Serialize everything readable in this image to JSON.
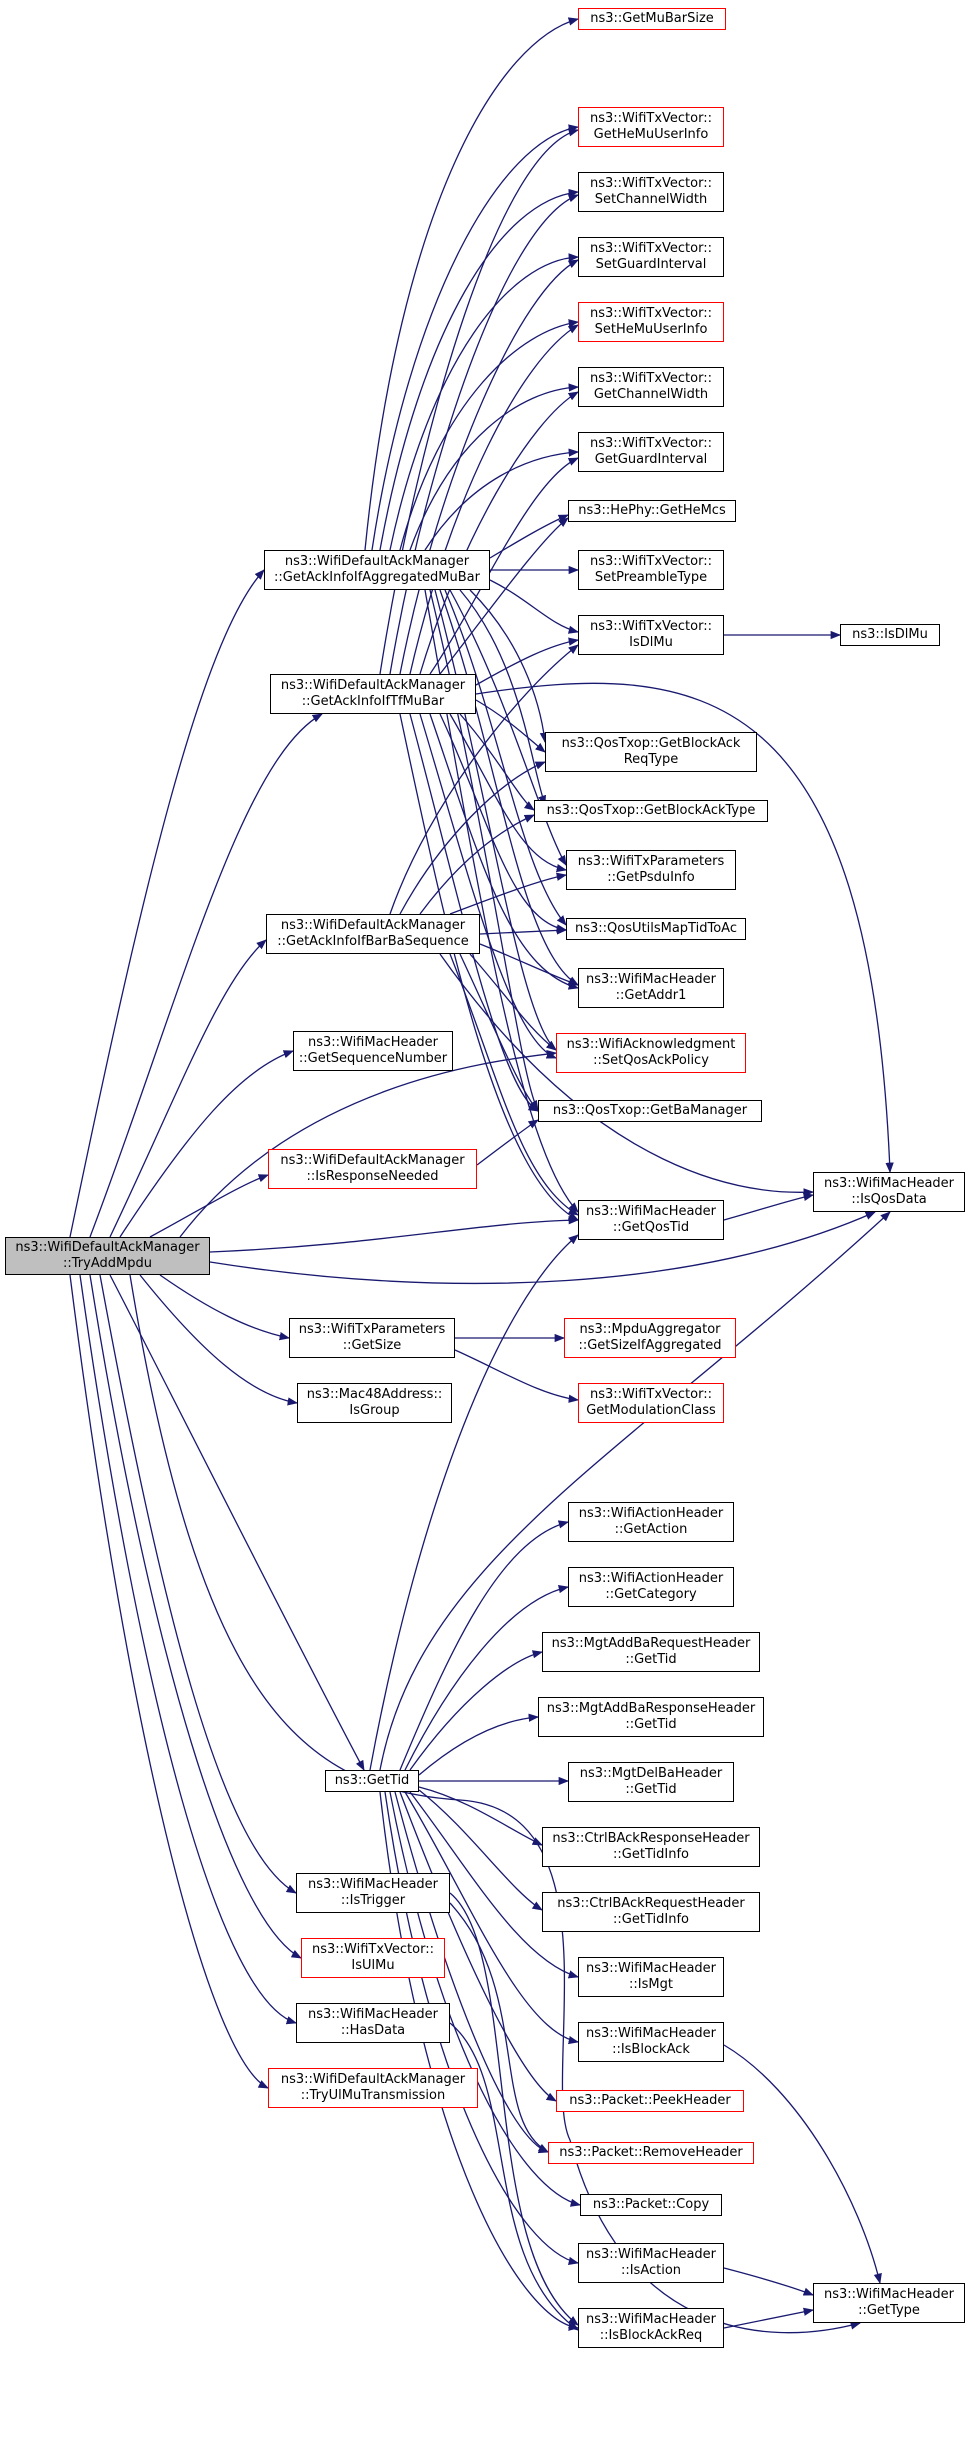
{
  "colors": {
    "edge": "#191970",
    "node_border": "#000000",
    "node_border_incomplete": "#ff0000",
    "root_fill": "#bfbfbf",
    "background": "#ffffff"
  },
  "nodes": {
    "root": {
      "l1": "ns3::WifiDefaultAckManager",
      "l2": "::TryAddMpdu"
    },
    "agg": {
      "l1": "ns3::WifiDefaultAckManager",
      "l2": "::GetAckInfoIfAggregatedMuBar"
    },
    "tf": {
      "l1": "ns3::WifiDefaultAckManager",
      "l2": "::GetAckInfoIfTfMuBar"
    },
    "barba": {
      "l1": "ns3::WifiDefaultAckManager",
      "l2": "::GetAckInfoIfBarBaSequence"
    },
    "seqnum": {
      "l1": "ns3::WifiMacHeader",
      "l2": "::GetSequenceNumber"
    },
    "respneeded": {
      "l1": "ns3::WifiDefaultAckManager",
      "l2": "::IsResponseNeeded"
    },
    "txgetsize": {
      "l1": "ns3::WifiTxParameters",
      "l2": "::GetSize"
    },
    "isgroup": {
      "l1": "ns3::Mac48Address::",
      "l2": "IsGroup"
    },
    "gettid": {
      "l1": "ns3::GetTid"
    },
    "istrigger": {
      "l1": "ns3::WifiMacHeader",
      "l2": "::IsTrigger"
    },
    "isulmu": {
      "l1": "ns3::WifiTxVector::",
      "l2": "IsUlMu"
    },
    "hasdata": {
      "l1": "ns3::WifiMacHeader",
      "l2": "::HasData"
    },
    "tryulmu": {
      "l1": "ns3::WifiDefaultAckManager",
      "l2": "::TryUlMuTransmission"
    },
    "mubarsize": {
      "l1": "ns3::GetMuBarSize"
    },
    "hemuuser": {
      "l1": "ns3::WifiTxVector::",
      "l2": "GetHeMuUserInfo"
    },
    "setcw": {
      "l1": "ns3::WifiTxVector::",
      "l2": "SetChannelWidth"
    },
    "setgi": {
      "l1": "ns3::WifiTxVector::",
      "l2": "SetGuardInterval"
    },
    "sethemu": {
      "l1": "ns3::WifiTxVector::",
      "l2": "SetHeMuUserInfo"
    },
    "getcw": {
      "l1": "ns3::WifiTxVector::",
      "l2": "GetChannelWidth"
    },
    "getgi": {
      "l1": "ns3::WifiTxVector::",
      "l2": "GetGuardInterval"
    },
    "hemcs": {
      "l1": "ns3::HePhy::GetHeMcs"
    },
    "setpre": {
      "l1": "ns3::WifiTxVector::",
      "l2": "SetPreambleType"
    },
    "isdlmu": {
      "l1": "ns3::WifiTxVector::",
      "l2": "IsDlMu"
    },
    "nsisdlmu": {
      "l1": "ns3::IsDlMu"
    },
    "bareqtype": {
      "l1": "ns3::QosTxop::GetBlockAck",
      "l2": "ReqType"
    },
    "batype": {
      "l1": "ns3::QosTxop::GetBlockAckType"
    },
    "psdu": {
      "l1": "ns3::WifiTxParameters",
      "l2": "::GetPsduInfo"
    },
    "maptid": {
      "l1": "ns3::QosUtilsMapTidToAc"
    },
    "addr1": {
      "l1": "ns3::WifiMacHeader",
      "l2": "::GetAddr1"
    },
    "qosack": {
      "l1": "ns3::WifiAcknowledgment",
      "l2": "::SetQosAckPolicy"
    },
    "bamgr": {
      "l1": "ns3::QosTxop::GetBaManager"
    },
    "isqosdata": {
      "l1": "ns3::WifiMacHeader",
      "l2": "::IsQosData"
    },
    "qostid": {
      "l1": "ns3::WifiMacHeader",
      "l2": "::GetQosTid"
    },
    "sizeagg": {
      "l1": "ns3::MpduAggregator",
      "l2": "::GetSizeIfAggregated"
    },
    "modclass": {
      "l1": "ns3::WifiTxVector::",
      "l2": "GetModulationClass"
    },
    "action": {
      "l1": "ns3::WifiActionHeader",
      "l2": "::GetAction"
    },
    "category": {
      "l1": "ns3::WifiActionHeader",
      "l2": "::GetCategory"
    },
    "addbareq": {
      "l1": "ns3::MgtAddBaRequestHeader",
      "l2": "::GetTid"
    },
    "addbaresp": {
      "l1": "ns3::MgtAddBaResponseHeader",
      "l2": "::GetTid"
    },
    "delba": {
      "l1": "ns3::MgtDelBaHeader",
      "l2": "::GetTid"
    },
    "bar_resp": {
      "l1": "ns3::CtrlBAckResponseHeader",
      "l2": "::GetTidInfo"
    },
    "bar_req": {
      "l1": "ns3::CtrlBAckRequestHeader",
      "l2": "::GetTidInfo"
    },
    "ismgt": {
      "l1": "ns3::WifiMacHeader",
      "l2": "::IsMgt"
    },
    "isblockack": {
      "l1": "ns3::WifiMacHeader",
      "l2": "::IsBlockAck"
    },
    "peek": {
      "l1": "ns3::Packet::PeekHeader"
    },
    "remove": {
      "l1": "ns3::Packet::RemoveHeader"
    },
    "copy": {
      "l1": "ns3::Packet::Copy"
    },
    "isaction": {
      "l1": "ns3::WifiMacHeader",
      "l2": "::IsAction"
    },
    "isbar": {
      "l1": "ns3::WifiMacHeader",
      "l2": "::IsBlockAckReq"
    },
    "gettype": {
      "l1": "ns3::WifiMacHeader",
      "l2": "::GetType"
    }
  }
}
